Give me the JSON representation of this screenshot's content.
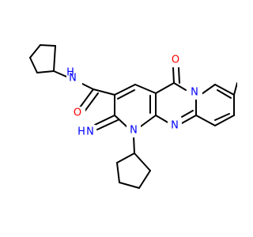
{
  "atom_labels": {
    "amide_nh": "H",
    "amide_n": "N",
    "amide_o": "O",
    "ketone_o": "O",
    "ring_n_fused": "N",
    "ring_n_lower": "N",
    "ring_n_bottom": "N",
    "imine_h": "H",
    "imine_n": "N"
  },
  "colors": {
    "bond": "#000000",
    "nitrogen": "#0000ff",
    "oxygen": "#ff0000",
    "background": "#ffffff"
  }
}
